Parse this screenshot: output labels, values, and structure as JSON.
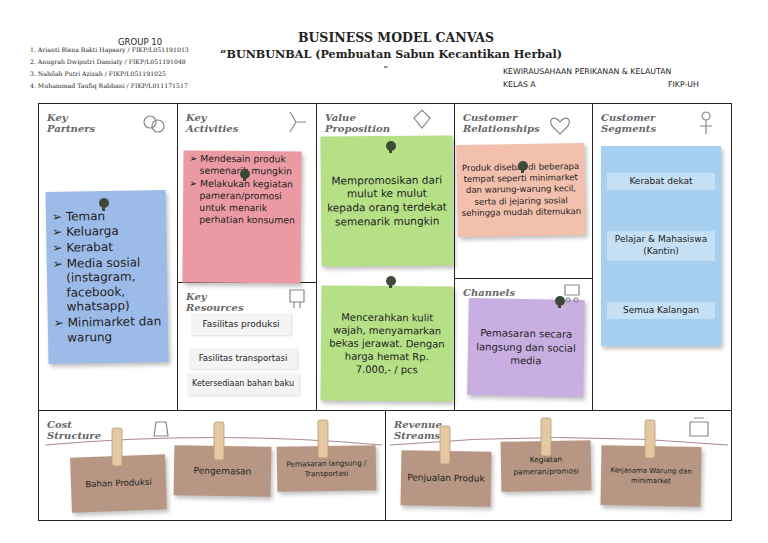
{
  "diagram": {
    "title": "BUSINESS MODEL CANVAS",
    "nodes": [
      {
        "text": [
          "Key Partners"
        ]
      },
      {
        "text": [
          "➢ Teman",
          "➢ Keluarga",
          "➢ Kerabat",
          "➢ Media sosial (instagram, facebook, whatsapp)",
          "➢ Minimarket dan warung"
        ],
        "in": 0
      },
      {
        "text": [
          "Key Activities"
        ]
      },
      {
        "text": [
          "➢ Mendesain produk semenarik mungkin",
          "➢ Melakukan kegiatan pameran/promosi untuk menarik perhatian konsumen"
        ],
        "in": 2
      },
      {
        "text": [
          "Key Resources"
        ]
      },
      {
        "text": [
          "Fasilitas produksi"
        ],
        "in": 4
      },
      {
        "text": [
          "Fasilitas transportasi"
        ],
        "in": 4
      },
      {
        "text": [
          "Ketersediaan bahan baku"
        ],
        "in": 4
      },
      {
        "text": [
          "Value Proposition"
        ]
      },
      {
        "text": [
          "Mempromosikan dari mulut ke mulut kepada orang terdekat semenarik mungkin"
        ],
        "in": 8
      },
      {
        "text": [
          "Mencerahkan kulit wajah, menyamarkan bekas jerawat. Dengan harga hemat Rp. 7.000,- / pcs"
        ],
        "in": 8
      },
      {
        "text": [
          "Customer Relationships"
        ]
      },
      {
        "text": [
          "Produk disebar di beberapa tempat seperti minimarket dan warung-warung kecil, serta di jejaring sosial sehingga mudah ditemukan"
        ],
        "in": 11
      },
      {
        "text": [
          "Channels"
        ]
      },
      {
        "text": [
          "Pemasaran secara langsung dan social media"
        ],
        "in": 13
      },
      {
        "text": [
          "Customer Segments"
        ]
      },
      {
        "text": [
          "Kerabat dekat",
          "Pelajar & Mahasiswa (Kantin)",
          "Semua Kalangan"
        ],
        "in": 15
      },
      {
        "text": [
          "Cost Structure"
        ]
      },
      {
        "text": [
          "Bahan Produksi"
        ],
        "in": 17
      },
      {
        "text": [
          "Pengemasan"
        ],
        "in": 17
      },
      {
        "text": [
          "Pemasaran langsung / Transportasi"
        ],
        "in": 17
      },
      {
        "text": [
          "Revenue Streams"
        ]
      },
      {
        "text": [
          "Penjualan Produk"
        ],
        "in": 21
      },
      {
        "text": [
          "Kegiatan pameran/promosi"
        ],
        "in": 21
      },
      {
        "text": [
          "Kerjasama Warung dan minimarket"
        ],
        "in": 21
      }
    ],
    "labels": [
      "GROUP 10",
      "1. Arianti Risna Bakti Hapsary / FIKP/L051191013",
      "2. Anugrah Dwiputri Damiaty / FIKP/L051191048",
      "3. Nabilah Putri Azizah / FIKP/L051191025",
      "4. Muhammad Taufiq Rabbani / FIKP/L011171517",
      "“BUNBUNBAL (Pembuatan Sabun Kecantikan Herbal)",
      "”",
      "KEWIRAUSAHAAN PERIKANAN & KELAUTAN",
      "KELAS A",
      "FIKP-UH"
    ]
  }
}
